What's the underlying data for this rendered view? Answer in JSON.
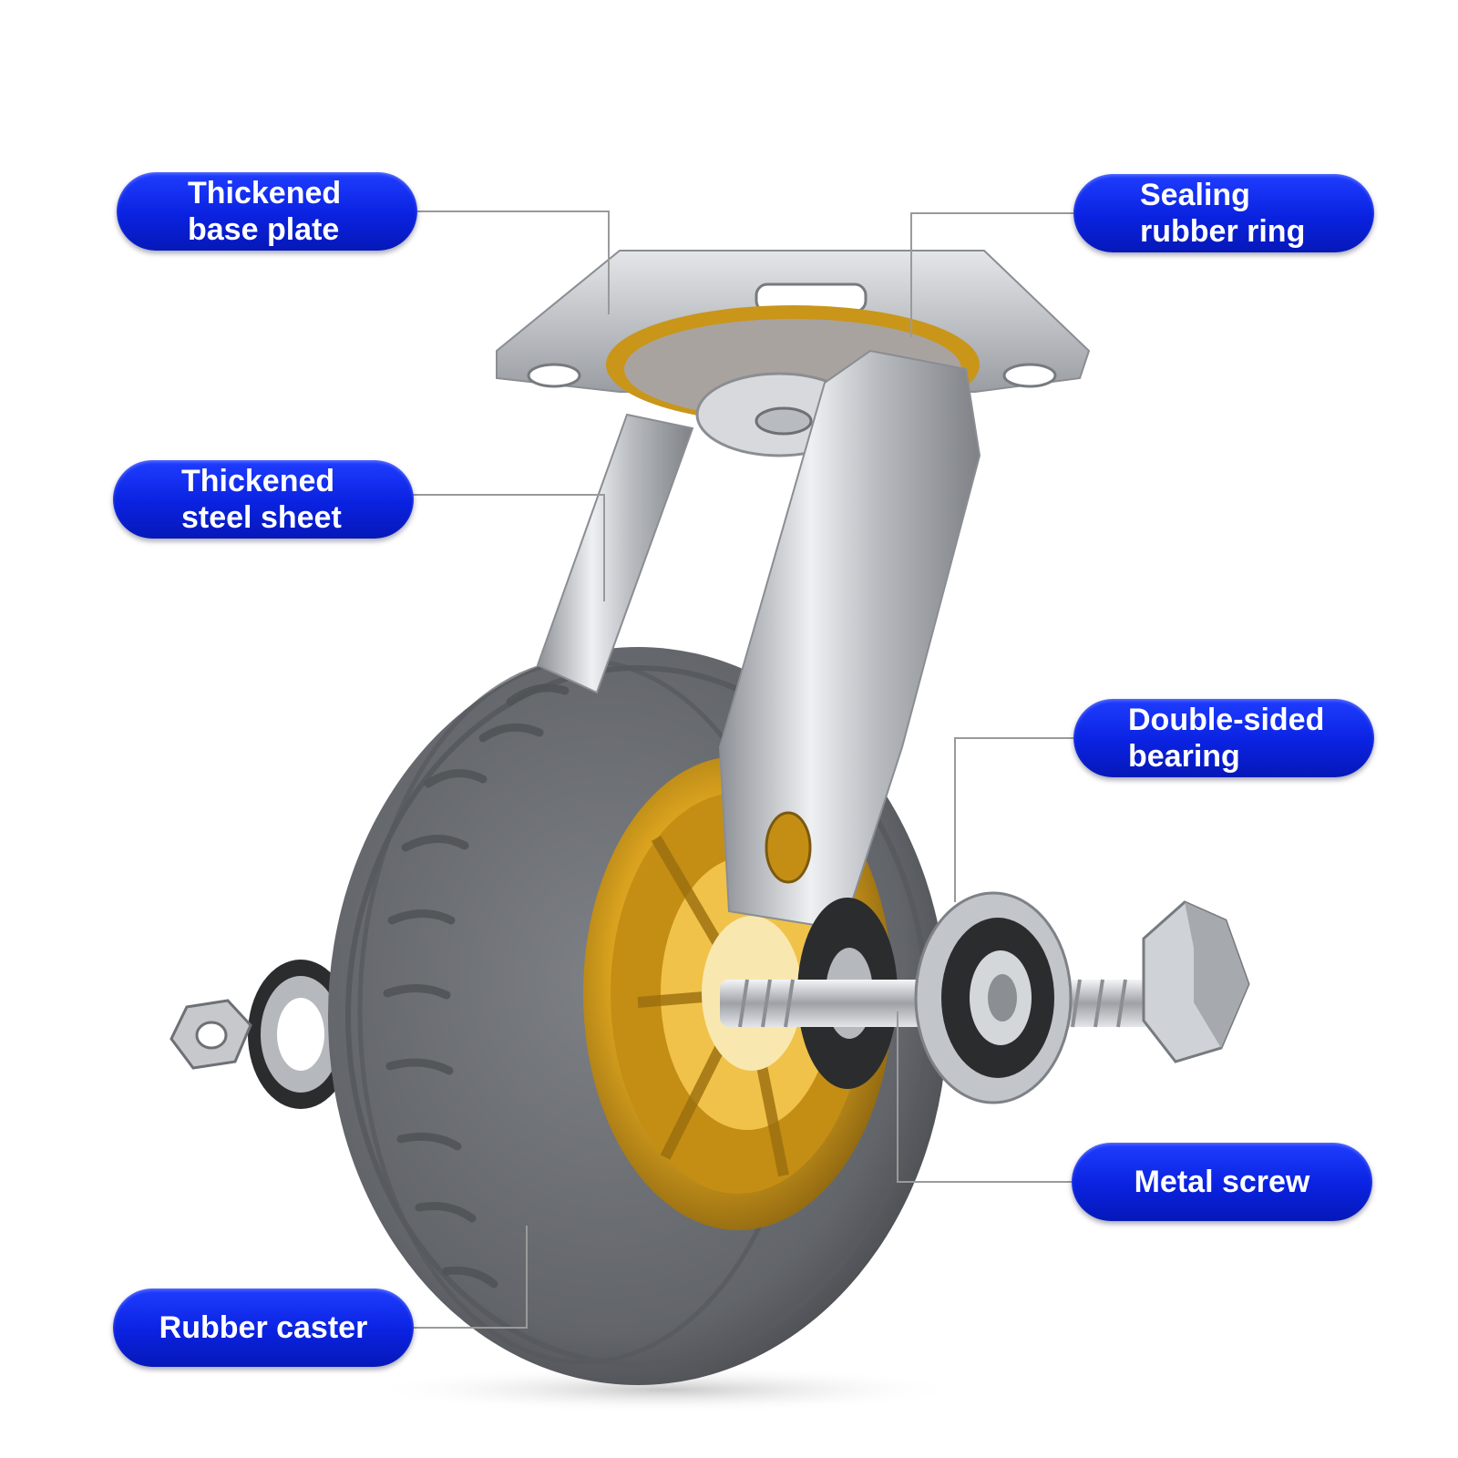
{
  "labels": {
    "base_plate": [
      "Thickened",
      "base plate"
    ],
    "sealing_ring": [
      "Sealing",
      "rubber ring"
    ],
    "steel_sheet": [
      "Thickened",
      "steel sheet"
    ],
    "bearing": [
      "Double-sided",
      "bearing"
    ],
    "screw": [
      "Metal screw"
    ],
    "caster": [
      "Rubber caster"
    ]
  },
  "colors": {
    "pill": "#0a22e0",
    "leader_line": "#9a9a9a",
    "tire": "#6b6e73",
    "hub": "#d9a21e",
    "steel": "#c9ccd1",
    "ring": "#c9961a"
  }
}
